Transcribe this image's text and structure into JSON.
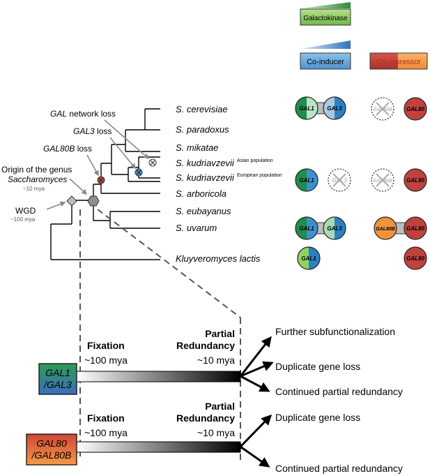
{
  "legend": {
    "galactokinase": "Galactokinase",
    "co_inducer": "Co-inducer",
    "co_repressor": "Co-repressor"
  },
  "tree": {
    "species": [
      {
        "name": "S. cerevisiae",
        "superscript": ""
      },
      {
        "name": "S. paradoxus",
        "superscript": ""
      },
      {
        "name": "S. mikatae",
        "superscript": ""
      },
      {
        "name": "S. kudriavzevii",
        "superscript": "Asian population"
      },
      {
        "name": "S. kudriavzevii",
        "superscript": "European population"
      },
      {
        "name": "S. arboricola",
        "superscript": ""
      },
      {
        "name": "S. eubayanus",
        "superscript": ""
      },
      {
        "name": "S. uvarum",
        "superscript": ""
      },
      {
        "name": "Kluyveromyces lactis",
        "superscript": ""
      }
    ],
    "events": {
      "gal_network_loss_gene": "GAL",
      "gal_network_loss_rest": " network loss",
      "gal3_loss_gene": "GAL3",
      "gal3_loss_rest": " loss",
      "gal80b_loss_gene": "GAL80B",
      "gal80b_loss_rest": " loss",
      "origin_line1": "Origin of the genus",
      "origin_genus": "Saccharomyces",
      "origin_time": "~10 mya",
      "wgd": "WGD",
      "wgd_time": "~100 mya"
    }
  },
  "genes": {
    "gal1": "GAL1",
    "gal3": "GAL3",
    "gal80": "GAL80",
    "gal80b": "GAL80B"
  },
  "timeline": {
    "fixation": "Fixation",
    "time_100": "~100 mya",
    "partial": "Partial",
    "redundancy": "Redundancy",
    "time_10": "~10 mya",
    "box1_line1": "GAL1",
    "box1_line2": "/GAL3",
    "box2_line1": "GAL80",
    "box2_line2": "/GAL80B",
    "outcomes1": [
      "Further subfunctionalization",
      "Duplicate gene loss",
      "Continued partial redundancy"
    ],
    "outcomes2": [
      "Duplicate gene loss",
      "Continued partial redundancy"
    ]
  },
  "colors": {
    "gal1": "#1e8f4a",
    "gal1_light": "#8fd45a",
    "gal3": "#2c7fc3",
    "gal3_light": "#a9c9e0",
    "gal80": "#c0423e",
    "gal80b": "#f0943c",
    "node_red": "#b94a3a",
    "node_blue": "#4e8fc5",
    "node_grey": "#8a8a8a"
  }
}
